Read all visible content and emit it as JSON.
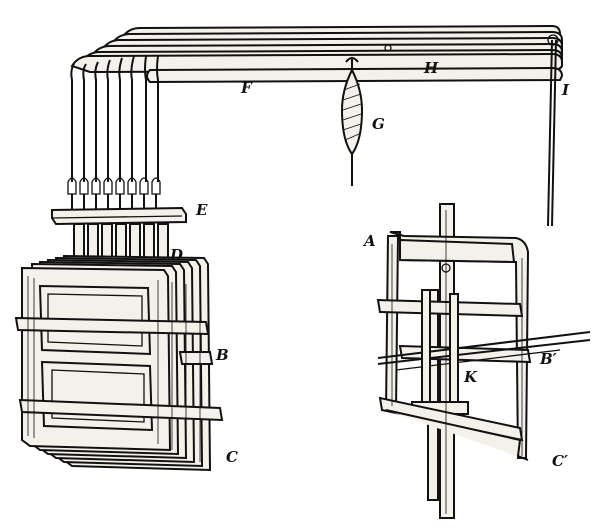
{
  "labels": {
    "A": "A",
    "B": "B",
    "B_prime": "B′",
    "C": "C",
    "C_prime": "C′",
    "D": "D",
    "E": "E",
    "F": "F",
    "G": "G",
    "H": "H",
    "I": "I",
    "K": "K"
  }
}
